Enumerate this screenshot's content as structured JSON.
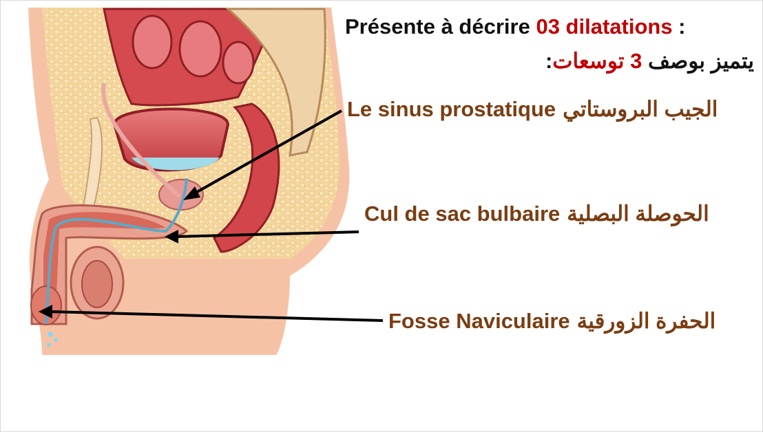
{
  "title": {
    "line1_prefix": "Présente à décrire ",
    "line1_number": "03 dilatations",
    "line1_suffix": " :",
    "line2_ar_before": "يتميز بوصف ",
    "line2_number": "3",
    "line2_ar_red": " توسعات",
    "line2_colon": ":"
  },
  "labels": [
    {
      "fr": "Le sinus prostatique",
      "ar": "الجيب البروستاتي"
    },
    {
      "fr": "Cul de sac bulbaire",
      "ar": "الحوصلة البصلية"
    },
    {
      "fr": "Fosse Naviculaire",
      "ar": "الحفرة الزورقية"
    }
  ],
  "colors": {
    "label_text": "#7a3d12",
    "highlight_red": "#c00000",
    "arrow": "#000000",
    "skin": "#f6c2a6",
    "fat_tissue": "#f3d49a",
    "muscle": "#c8343a",
    "bladder_fluid": "#9fdbe8",
    "urethra": "#5aa9c8"
  },
  "illustration": {
    "subject": "male pelvis sagittal section",
    "icon": "anatomy-illustration"
  }
}
